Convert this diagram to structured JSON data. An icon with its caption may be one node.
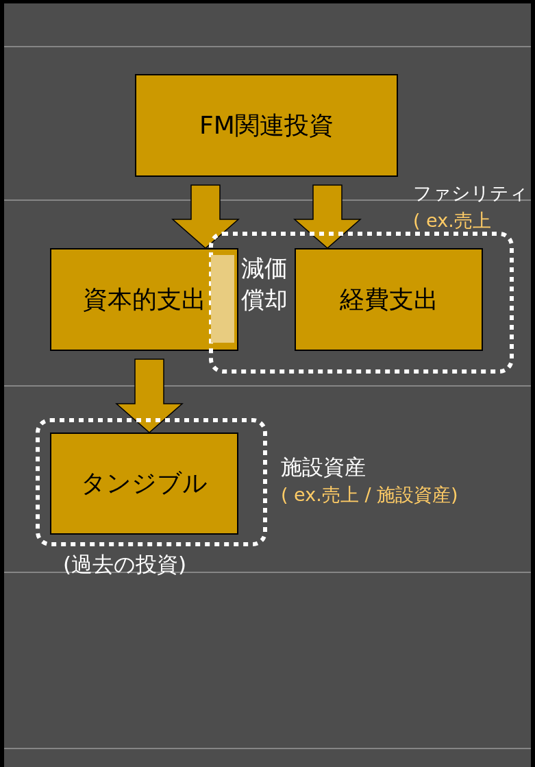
{
  "diagram": {
    "nodes": [
      {
        "text": [
          "FM関連投資"
        ]
      },
      {
        "text": [
          "資本的支出"
        ]
      },
      {
        "text": [],
        "shape": "box",
        "beside": [
          "ファシリティ",
          "( ex.売上"
        ]
      },
      {
        "text": [
          "減価償却"
        ],
        "in": 2
      },
      {
        "text": [
          "経費支出"
        ],
        "in": 2
      },
      {
        "text": [],
        "shape": "box",
        "beside": [
          "施設資産",
          "( ex.売上 / 施設資産)",
          "(過去の投資)"
        ]
      },
      {
        "text": [
          "タンジブル"
        ],
        "in": 5
      }
    ],
    "edges": [
      {
        "from": 0,
        "to": 1,
        "arrow": "to"
      },
      {
        "from": 0,
        "to": 4,
        "arrow": "to"
      },
      {
        "from": 1,
        "to": 6,
        "arrow": "to"
      }
    ]
  }
}
